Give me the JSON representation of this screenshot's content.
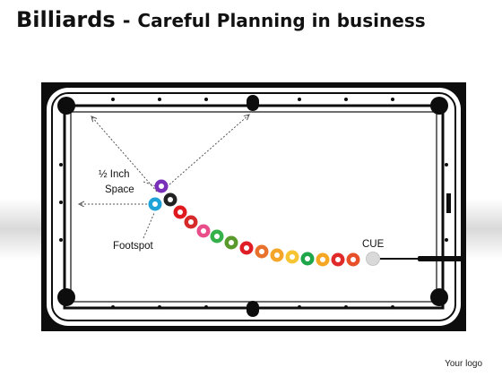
{
  "header": {
    "title_main": "Billiards",
    "title_separator": "-",
    "title_sub": "Careful Planning in business"
  },
  "diagram": {
    "labels": {
      "half_inch_line1": "½ Inch",
      "half_inch_line2": "Space",
      "footspot": "Footspot",
      "cue": "CUE"
    },
    "ball_colors": [
      "#7a2fb8",
      "#222222",
      "#1ea2d8",
      "#e0191e",
      "#d62a2a",
      "#e94d8a",
      "#35b04a",
      "#5a9a2c",
      "#e01e26",
      "#e8722c",
      "#f4a52a",
      "#f7c534",
      "#1fa64b",
      "#f5a623",
      "#e02a2a",
      "#e8502a",
      "#f6b233"
    ],
    "colors": {
      "table_border": "#0d0d0d",
      "felt": "#ffffff",
      "cue_ball": "#d9d9d9"
    }
  },
  "footer": {
    "logo_text": "Your logo"
  }
}
